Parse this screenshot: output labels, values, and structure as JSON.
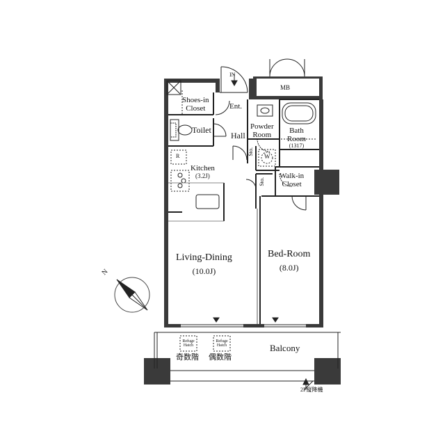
{
  "plan": {
    "labels": {
      "in": "IN",
      "mb": "MB",
      "shoes_in_closet": [
        "Shoes-in",
        "Closet"
      ],
      "entrance": "Ent.",
      "toilet": "Toilet",
      "hall": "Hall",
      "powder_room": [
        "Powder",
        "Room"
      ],
      "bath_room": [
        "Bath",
        "Room",
        "(1317)"
      ],
      "storage_top": "Sto.",
      "washer": "W",
      "refrigerator": "R",
      "kitchen": [
        "Kitchen",
        "(3.2J)"
      ],
      "walk_in_closet": [
        "Walk-in",
        "Closet"
      ],
      "storage_mid": "Sto.",
      "living_dining": [
        "Living-Dining",
        "(10.0J)"
      ],
      "bed_room": [
        "Bed-Room",
        "(8.0J)"
      ],
      "balcony": "Balcony",
      "refuge_hatch_1": [
        "Refuge",
        "Hatch"
      ],
      "refuge_hatch_2": [
        "Refuge",
        "Hatch"
      ],
      "odd_floors": "奇数階",
      "even_floors": "偶数階",
      "ladder_note": "2F縦降機",
      "north": "N"
    }
  }
}
